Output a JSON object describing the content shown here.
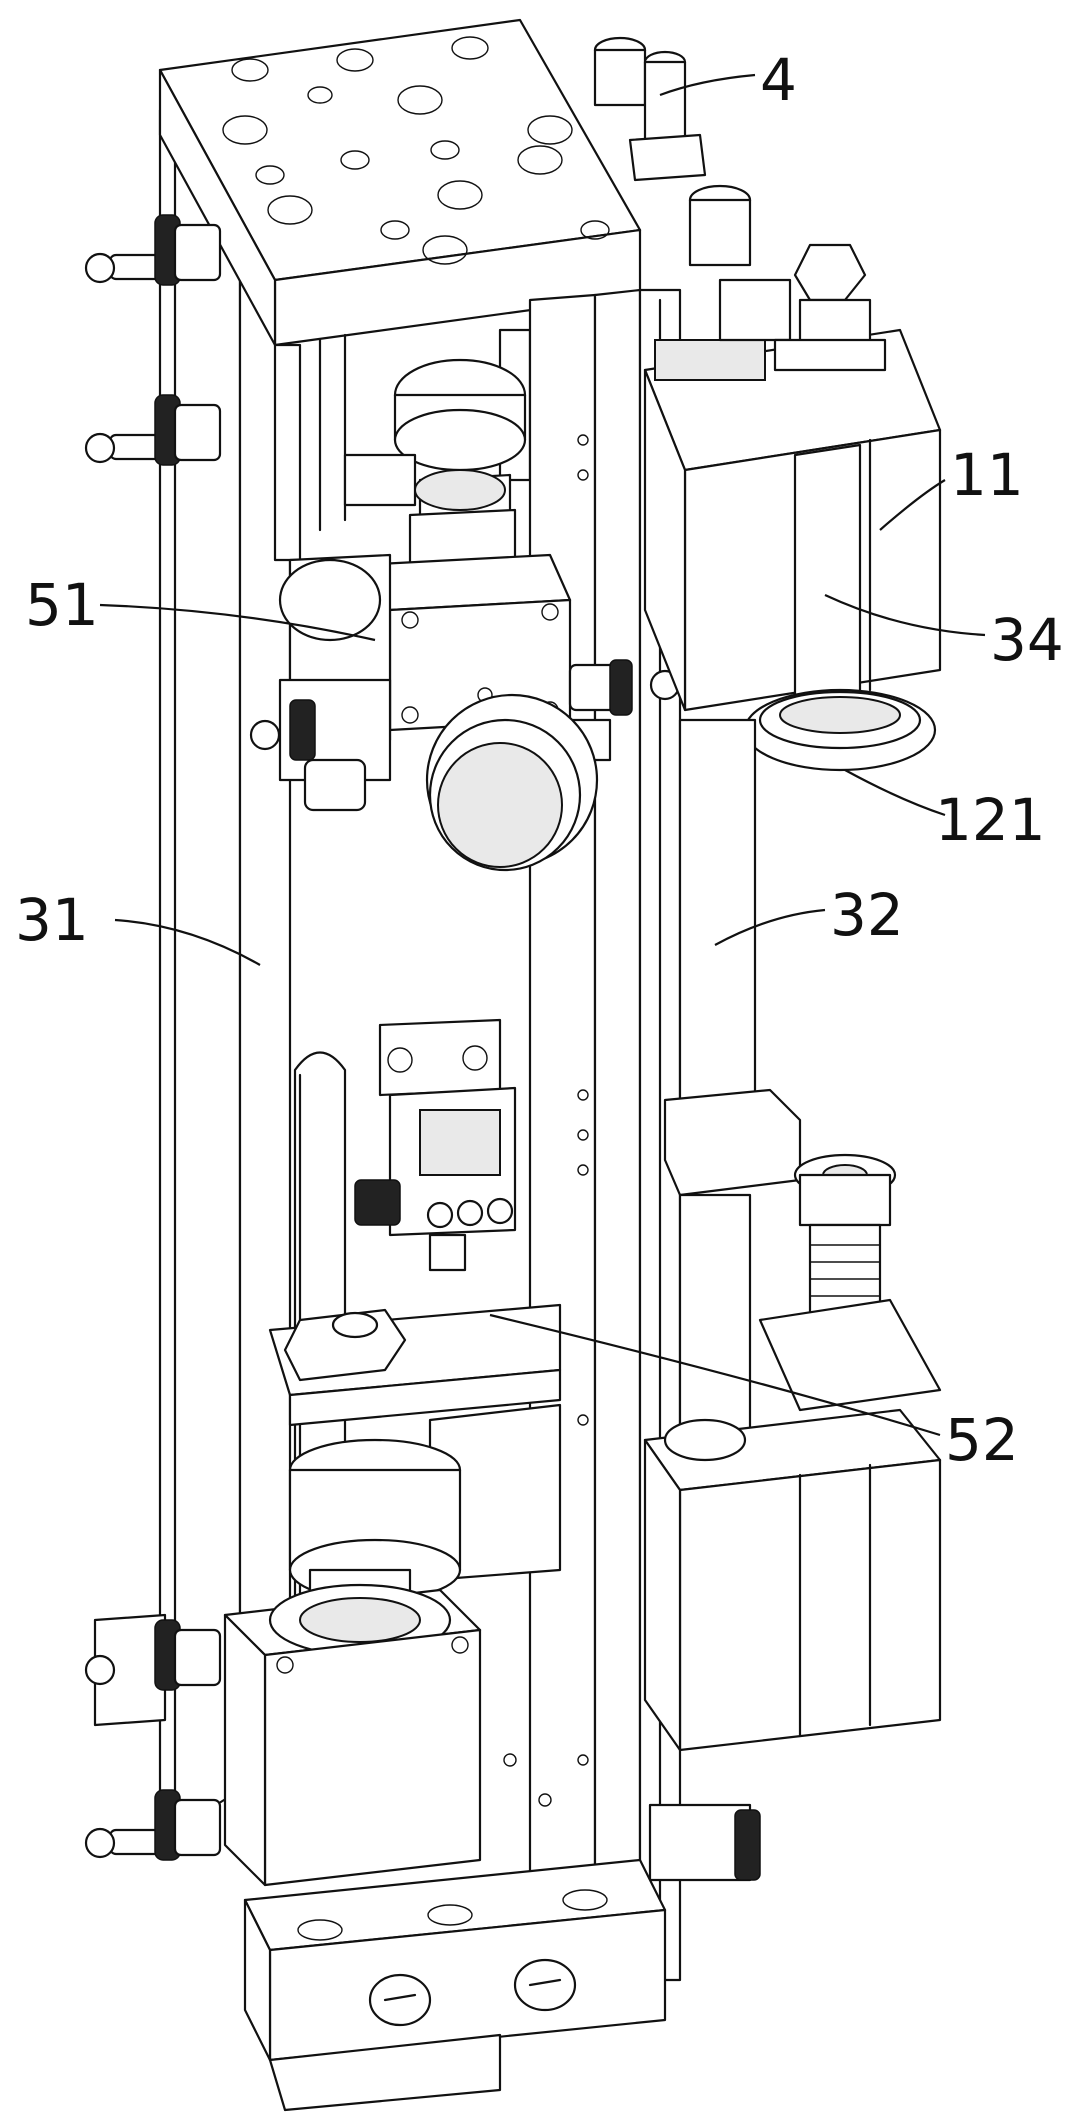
{
  "figure": {
    "labels": [
      {
        "id": "4",
        "text": "4"
      },
      {
        "id": "11",
        "text": "11"
      },
      {
        "id": "34",
        "text": "34"
      },
      {
        "id": "51",
        "text": "51"
      },
      {
        "id": "121",
        "text": "121"
      },
      {
        "id": "31",
        "text": "31"
      },
      {
        "id": "32",
        "text": "32"
      },
      {
        "id": "52",
        "text": "52"
      }
    ]
  }
}
